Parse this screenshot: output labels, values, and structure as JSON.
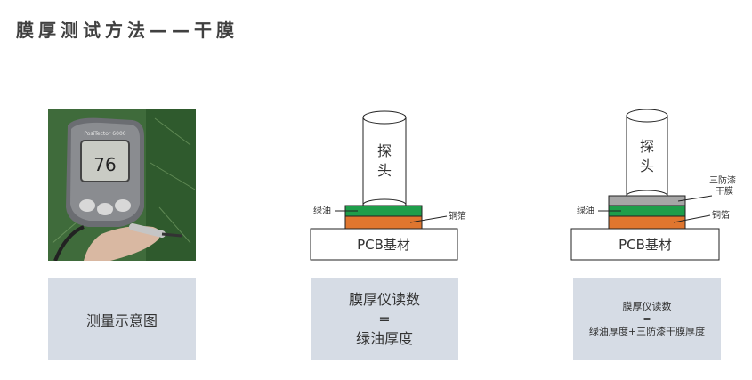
{
  "title": "膜厚测试方法——干膜",
  "colors": {
    "green_oil": "#1e9e4a",
    "copper": "#e0762f",
    "dry_film": "#a6a6a6",
    "caption_bg": "#d6dce5"
  },
  "photo": {
    "device_brand": "PosiTector 6000",
    "reading": "76"
  },
  "diagram_left": {
    "probe_line1": "探",
    "probe_line2": "头",
    "green_label": "绿油",
    "copper_label": "铜箔",
    "base_label": "PCB基材"
  },
  "diagram_right": {
    "probe_line1": "探",
    "probe_line2": "头",
    "film_label_line1": "三防漆",
    "film_label_line2": "干膜",
    "green_label": "绿油",
    "copper_label": "铜箔",
    "base_label": "PCB基材"
  },
  "captions": {
    "c1": "测量示意图",
    "c2_line1": "膜厚仪读数",
    "c2_line2": "=",
    "c2_line3": "绿油厚度",
    "c3_line1": "膜厚仪读数",
    "c3_line2": "=",
    "c3_line3": "绿油厚度+三防漆干膜厚度"
  }
}
